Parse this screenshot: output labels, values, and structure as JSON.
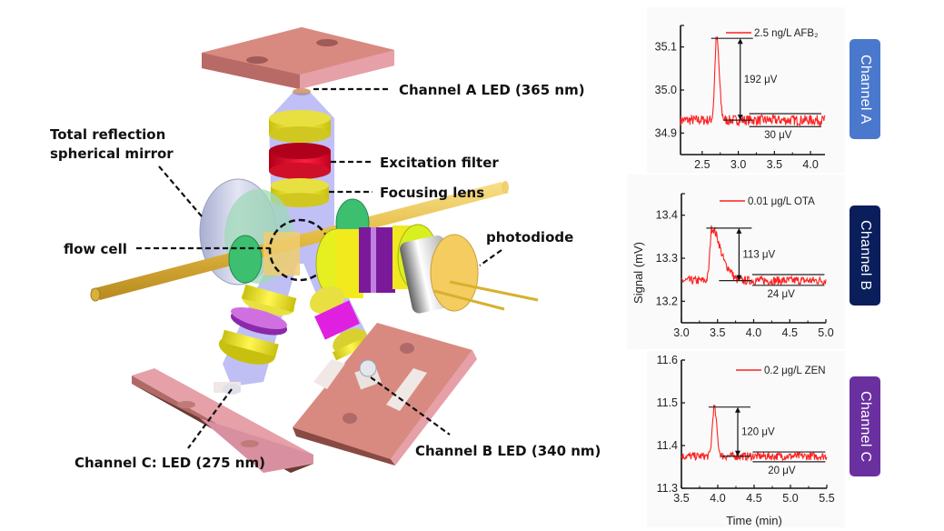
{
  "diagram": {
    "labels": {
      "mirror_line1": "Total reflection",
      "mirror_line2": "spherical mirror",
      "flow_cell": "flow cell",
      "led_a": "Channel A LED (365 nm)",
      "excitation_filter": "Excitation filter",
      "focusing_lens": "Focusing lens",
      "photodiode": "photodiode",
      "led_c": "Channel C: LED (275 nm)",
      "led_b": "Channel B LED (340 nm)"
    },
    "colors": {
      "led_plate": "#d98a80",
      "lens_yellow": "#f2ea1c",
      "filter_red": "#e8102a",
      "filter_purple": "#7a1a9a",
      "filter_magenta": "#e020e0",
      "light_beam": "#8c8cf0",
      "mirror_gray": "#c8cce0",
      "green_ring": "#3cc070",
      "rod_gold": "#e8c050",
      "photodiode_gold": "#f5cc60"
    }
  },
  "badges": [
    {
      "label": "Channel A",
      "color": "#4a78cc"
    },
    {
      "label": "Channel B",
      "color": "#0a1e5c"
    },
    {
      "label": "Channel C",
      "color": "#6a30a0"
    }
  ],
  "chart_data": [
    {
      "type": "line",
      "title": "",
      "legend": "2.5 ng/L AFB₂",
      "legend_placement": "top-right",
      "xlabel": "",
      "ylabel": "",
      "xlim": [
        2.2,
        4.2
      ],
      "ylim": [
        34.85,
        35.15
      ],
      "xticks": [
        "2.5",
        "3.0",
        "3.5",
        "4.0"
      ],
      "yticks": [
        "34.9",
        "35.0",
        "35.1"
      ],
      "baseline": 34.93,
      "peak": {
        "x": 2.7,
        "y": 35.12
      },
      "peak_annotation": "192 μV",
      "noise_annotation": "30 μV",
      "noise_band": [
        34.915,
        34.945
      ],
      "noise_xrange": [
        3.15,
        4.15
      ],
      "color": "#ff2020"
    },
    {
      "type": "line",
      "title": "",
      "legend": "0.01 μg/L OTA",
      "legend_placement": "top-right",
      "xlabel": "",
      "ylabel": "Signal (mV)",
      "xlim": [
        3.0,
        5.0
      ],
      "ylim": [
        13.15,
        13.45
      ],
      "xticks": [
        "3.0",
        "3.5",
        "4.0",
        "4.5",
        "5.0"
      ],
      "yticks": [
        "13.2",
        "13.3",
        "13.4"
      ],
      "baseline": 13.248,
      "peak": {
        "x": 3.42,
        "y": 13.37
      },
      "peak_annotation": "113 μV",
      "noise_annotation": "24 μV",
      "noise_band": [
        13.237,
        13.262
      ],
      "noise_xrange": [
        3.98,
        4.98
      ],
      "color": "#ff2020"
    },
    {
      "type": "line",
      "title": "",
      "legend": "0.2 μg/L ZEN",
      "legend_placement": "top-right",
      "xlabel": "Time (min)",
      "ylabel": "",
      "xlim": [
        3.5,
        5.5
      ],
      "ylim": [
        11.3,
        11.6
      ],
      "xticks": [
        "3.5",
        "4.0",
        "4.5",
        "5.0",
        "5.5"
      ],
      "yticks": [
        "11.3",
        "11.4",
        "11.5",
        "11.6"
      ],
      "baseline": 11.375,
      "peak": {
        "x": 3.95,
        "y": 11.49
      },
      "peak_annotation": "120 μV",
      "noise_annotation": "20 μV",
      "noise_band": [
        11.362,
        11.385
      ],
      "noise_xrange": [
        4.48,
        5.48
      ],
      "color": "#ff2020"
    }
  ]
}
